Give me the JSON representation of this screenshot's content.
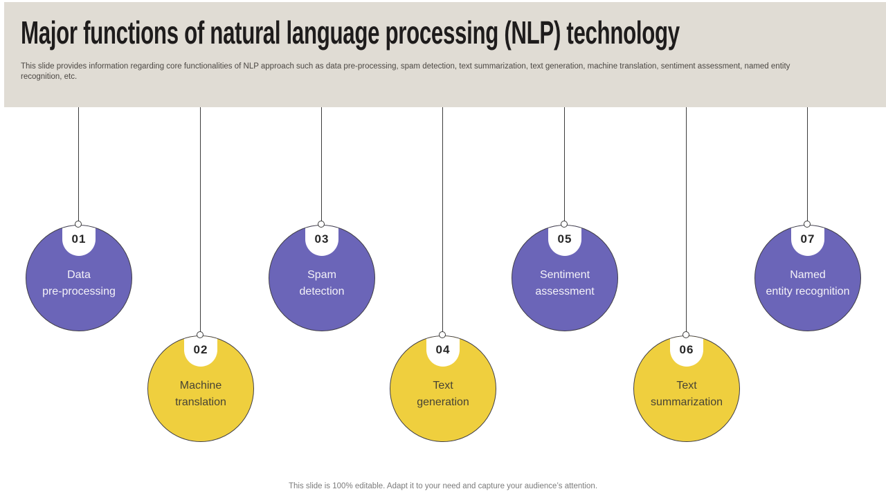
{
  "page": {
    "title": "Major functions of natural language processing (NLP) technology",
    "subtitle": "This slide provides information regarding core functionalities of NLP approach such as data pre-processing, spam detection, text summarization, text generation, machine translation, sentiment assessment, named entity recognition, etc.",
    "footer": "This slide is 100% editable. Adapt it to your need and capture your audience’s attention."
  },
  "colors": {
    "header_bg": "#E0DCD4",
    "purple_circle": "#6B65B8",
    "yellow_circle": "#EFCF3E",
    "circle_outline": "#403E46",
    "string_line": "#3B3B3B",
    "title_text": "#1E1C1C",
    "subtitle_text": "#4B4743",
    "footer_text": "#7B7B7B"
  },
  "items": [
    {
      "number": "01",
      "label": "Data\npre-processing",
      "color": "purple"
    },
    {
      "number": "02",
      "label": "Machine\ntranslation",
      "color": "yellow"
    },
    {
      "number": "03",
      "label": "Spam\ndetection",
      "color": "purple"
    },
    {
      "number": "04",
      "label": "Text\ngeneration",
      "color": "yellow"
    },
    {
      "number": "05",
      "label": "Sentiment\nassessment",
      "color": "purple"
    },
    {
      "number": "06",
      "label": "Text\nsummarization",
      "color": "yellow"
    },
    {
      "number": "07",
      "label": "Named\nentity recognition",
      "color": "purple"
    }
  ]
}
